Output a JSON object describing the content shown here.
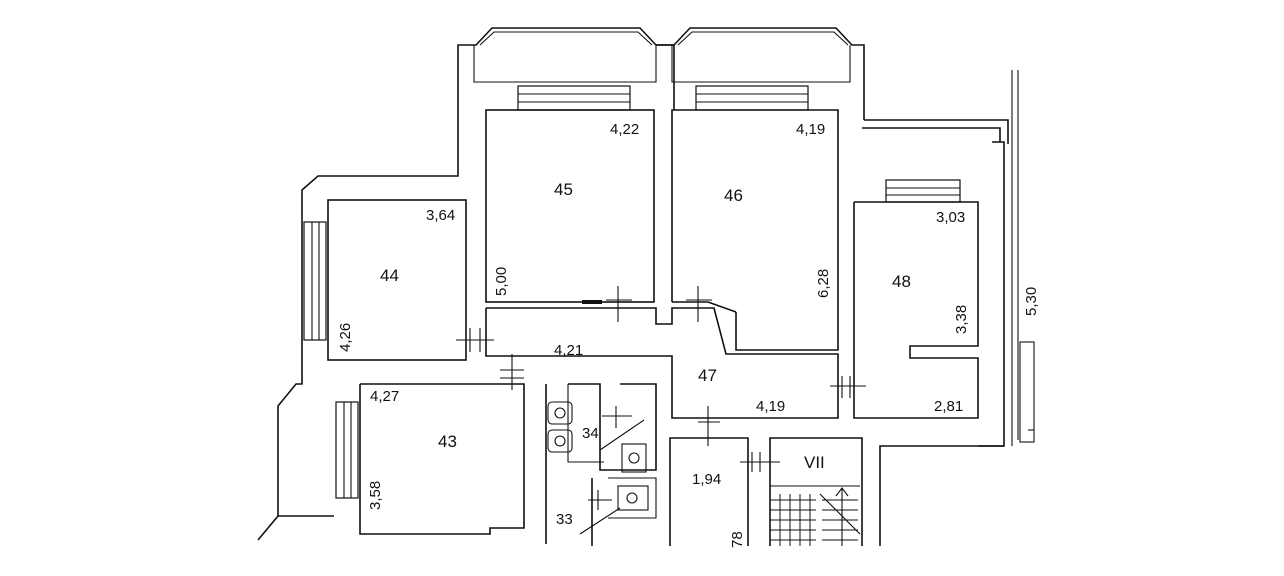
{
  "floor_plan": {
    "rooms": [
      {
        "id": "44",
        "label": "44",
        "width": "3,64",
        "depth": "4,26"
      },
      {
        "id": "45",
        "label": "45",
        "width": "4,22",
        "depth": "5,00"
      },
      {
        "id": "46",
        "label": "46",
        "width": "4,19",
        "depth": "6,28"
      },
      {
        "id": "48",
        "label": "48",
        "width": "3,03",
        "depth": "3,38",
        "width2": "2,81"
      },
      {
        "id": "47",
        "label": "47",
        "width": "4,19"
      },
      {
        "id": "43",
        "label": "43",
        "width": "4,27",
        "depth": "3,58"
      },
      {
        "id": "34",
        "label": "34"
      },
      {
        "id": "33",
        "label": "33"
      }
    ],
    "corridor": {
      "width": "4,21"
    },
    "hall": {
      "width": "1,94",
      "depth": "78"
    },
    "stair": {
      "label": "VII"
    },
    "outside": {
      "dim": "5,30"
    }
  }
}
